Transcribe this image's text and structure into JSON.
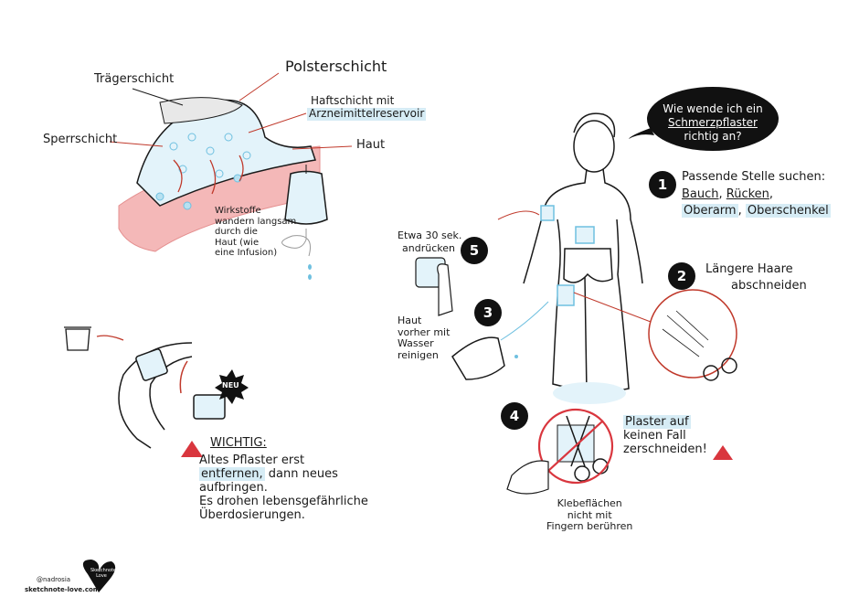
{
  "layers": {
    "traegerschicht": "Trägerschicht",
    "polsterschicht": "Polsterschicht",
    "haftschicht_1": "Haftschicht mit",
    "haftschicht_2": "Arzneimittelreservoir",
    "sperrschicht": "Sperrschicht",
    "haut": "Haut",
    "wirkstoffe": [
      "Wirkstoffe",
      "wandern langsam",
      "durch die",
      "Haut (wie",
      "eine Infusion)"
    ]
  },
  "question": [
    "Wie wende ich ein",
    "Schmerzpflaster",
    "richtig an?"
  ],
  "steps": {
    "s1_num": "1",
    "s1_title": "Passende Stelle suchen:",
    "s1_bauch": "Bauch",
    "s1_ruecken": "Rücken",
    "s1_oberarm": "Oberarm",
    "s1_oberschenkel": "Oberschenkel",
    "s2_num": "2",
    "s2_line1": "Längere Haare",
    "s2_line2": "abschneiden",
    "s3_num": "3",
    "s3_lines": [
      "Haut",
      "vorher mit",
      "Wasser",
      "reinigen"
    ],
    "s4_num": "4",
    "s4_lines": [
      "Klebeflächen",
      "nicht mit",
      "Fingern berühren"
    ],
    "s4_warn_1": "Plaster auf",
    "s4_warn_2": "keinen Fall",
    "s4_warn_3": "zerschneiden!",
    "s5_num": "5",
    "s5_line1": "Etwa 30 sek.",
    "s5_line2": "andrücken"
  },
  "wichtig": {
    "title": "WICHTIG:",
    "line1": "Altes Pflaster erst",
    "entfernen": "entfernen,",
    "line2_rest": "dann neues",
    "line3": "aufbringen.",
    "line4": "Es drohen lebensgefährliche",
    "line5": "Überdosierungen."
  },
  "neu_badge": "NEU",
  "footer": {
    "handle": "@nadrosia",
    "site": "sketchnote-love.com",
    "logo": "Sketchnote Love"
  },
  "colors": {
    "accent_blue": "#d6ecf5",
    "skin_red": "#f4b8b8",
    "warning_red": "#d9363e",
    "ink": "#1a1a1a"
  }
}
